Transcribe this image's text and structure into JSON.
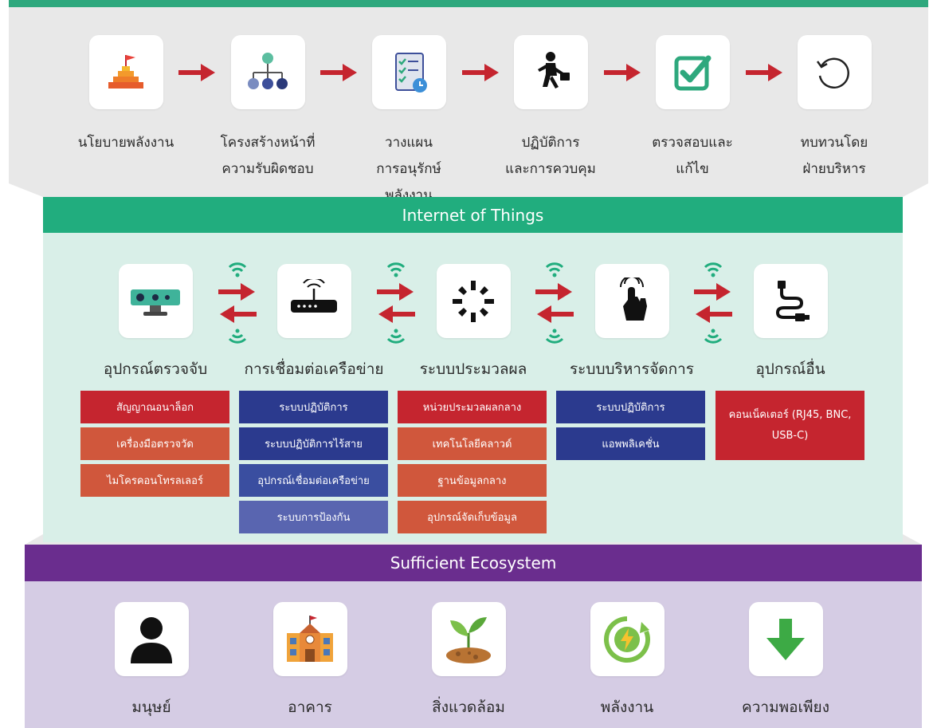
{
  "steps": [
    {
      "label1": "นโยบายพลังงาน",
      "label2": "",
      "icon": "pyramid-flag-icon"
    },
    {
      "label1": "โครงสร้างหน้าที่",
      "label2": "ความรับผิดชอบ",
      "icon": "org-chart-icon"
    },
    {
      "label1": "วางแผน",
      "label2": "การอนุรักษ์พลังงาน",
      "icon": "checklist-icon"
    },
    {
      "label1": "ปฏิบัติการ",
      "label2": "และการควบคุม",
      "icon": "running-man-icon"
    },
    {
      "label1": "ตรวจสอบและแก้ไข",
      "label2": "",
      "icon": "checkbox-icon"
    },
    {
      "label1": "ทบทวนโดย",
      "label2": "ฝ่ายบริหาร",
      "icon": "refresh-icon"
    }
  ],
  "iot": {
    "title": "Internet of Things",
    "components": [
      {
        "title": "อุปกรณ์ตรวจจับ",
        "icon": "sensor-icon",
        "tags": [
          [
            "สัญญาณอนาล็อก",
            "red"
          ],
          [
            "เครื่องมือตรวจวัด",
            "orange"
          ],
          [
            "ไมโครคอนโทรลเลอร์",
            "orange"
          ]
        ]
      },
      {
        "title": "การเชื่อมต่อเครือข่าย",
        "icon": "router-icon",
        "tags": [
          [
            "ระบบปฏิบัติการ",
            "navy"
          ],
          [
            "ระบบปฏิบัติการไร้สาย",
            "navy"
          ],
          [
            "อุปกรณ์เชื่อมต่อเครือข่าย",
            "blue2"
          ],
          [
            "ระบบการป้องกัน",
            "blue3"
          ]
        ]
      },
      {
        "title": "ระบบประมวลผล",
        "icon": "loading-icon",
        "tags": [
          [
            "หน่วยประมวลผลกลาง",
            "red"
          ],
          [
            "เทคโนโลยีคลาวด์",
            "orange"
          ],
          [
            "ฐานข้อมูลกลาง",
            "orange"
          ],
          [
            "อุปกรณ์จัดเก็บข้อมูล",
            "orange"
          ]
        ]
      },
      {
        "title": "ระบบบริหารจัดการ",
        "icon": "touch-icon",
        "tags": [
          [
            "ระบบปฏิบัติการ",
            "navy"
          ],
          [
            "แอพพลิเคชั่น",
            "navy"
          ]
        ]
      },
      {
        "title": "อุปกรณ์อื่น",
        "icon": "cable-icon",
        "tags": [
          [
            "คอนเน็คเตอร์ (RJ45, BNC, USB-C)",
            "red"
          ]
        ]
      }
    ]
  },
  "eco": {
    "title": "Sufficient Ecosystem",
    "items": [
      {
        "label": "มนุษย์",
        "icon": "person-icon"
      },
      {
        "label": "อาคาร",
        "icon": "building-icon"
      },
      {
        "label": "สิ่งแวดล้อม",
        "icon": "plant-icon"
      },
      {
        "label": "พลังงาน",
        "icon": "energy-icon"
      },
      {
        "label": "ความพอเพียง",
        "icon": "down-arrow-icon"
      }
    ]
  },
  "colors": {
    "green": "#21ad7e",
    "purple": "#6a2d8e",
    "red_arrow": "#c5252f",
    "light_green": "#d9efe8",
    "light_purple": "#d5cce4",
    "gray": "#e9e9e9"
  }
}
